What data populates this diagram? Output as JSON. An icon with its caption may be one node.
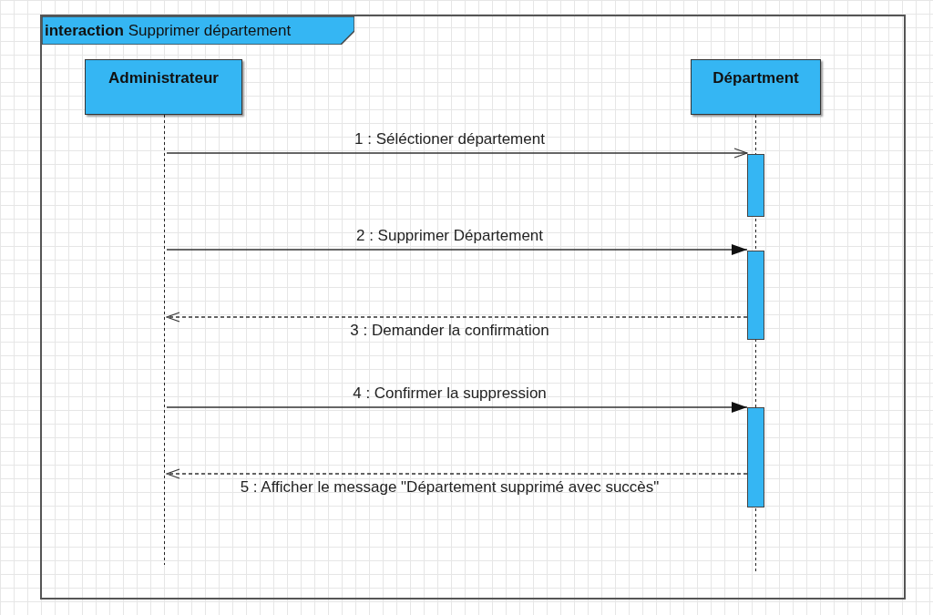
{
  "diagram": {
    "nodes": [
      {
        "text": [
          "**interaction** Supprimer département"
        ]
      },
      {
        "text": [
          "Administrateur"
        ],
        "in": 0
      },
      {
        "text": [
          "Départment"
        ],
        "in": 0
      },
      {
        "text": [],
        "shape": "line",
        "in": 0
      },
      {
        "text": [],
        "shape": "line",
        "in": 0
      },
      {
        "text": [],
        "shape": "bar",
        "in": 4
      },
      {
        "text": [],
        "shape": "bar",
        "in": 4
      },
      {
        "text": [],
        "shape": "bar",
        "in": 4
      }
    ],
    "edges": [
      {
        "from": 3,
        "to": 5,
        "arrow": "to",
        "label": "1 : Séléctioner département"
      },
      {
        "from": 3,
        "to": 6,
        "arrow": "to",
        "label": "2 : Supprimer Département"
      },
      {
        "from": 6,
        "to": 3,
        "arrow": "to",
        "style": "dashed",
        "label": "3 : Demander la confirmation"
      },
      {
        "from": 3,
        "to": 7,
        "arrow": "to",
        "label": "4 : Confirmer la suppression"
      },
      {
        "from": 7,
        "to": 3,
        "arrow": "to",
        "style": "dashed",
        "label": "5 : Afficher le message \"Département supprimé avec  succès\""
      }
    ]
  }
}
